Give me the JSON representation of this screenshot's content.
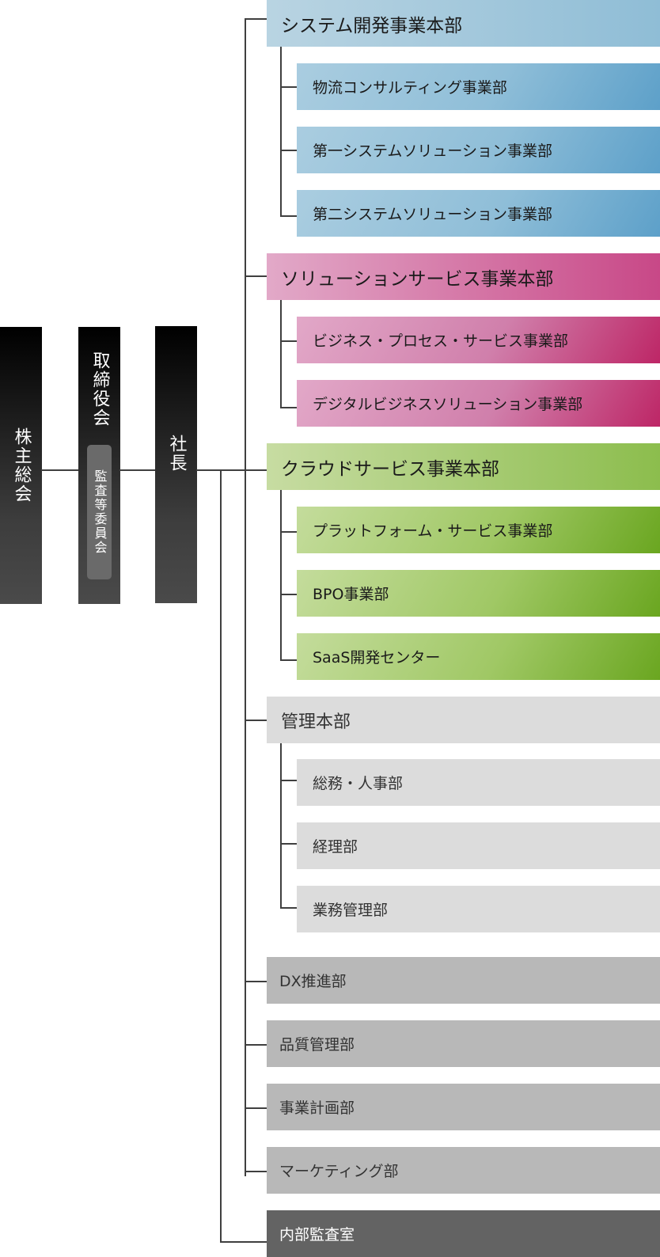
{
  "top": {
    "shareholders": "株主総会",
    "board": "取締役会",
    "audit_committee": "監査等委員会",
    "president": "社長"
  },
  "divisions": {
    "system": {
      "title": "システム開発事業本部",
      "depts": [
        "物流コンサルティング事業部",
        "第一システムソリューション事業部",
        "第二システムソリューション事業部"
      ]
    },
    "solution": {
      "title": "ソリューションサービス事業本部",
      "depts": [
        "ビジネス・プロセス・サービス事業部",
        "デジタルビジネスソリューション事業部"
      ]
    },
    "cloud": {
      "title": "クラウドサービス事業本部",
      "depts": [
        "プラットフォーム・サービス事業部",
        "BPO事業部",
        "SaaS開発センター"
      ]
    },
    "admin": {
      "title": "管理本部",
      "depts": [
        "総務・人事部",
        "経理部",
        "業務管理部"
      ]
    }
  },
  "standalone": [
    "DX推進部",
    "品質管理部",
    "事業計画部",
    "マーケティング部"
  ],
  "internal_audit": "内部監査室",
  "colors": {
    "blue": "#8fbed8",
    "pink": "#c84887",
    "green": "#8cbd4d",
    "light_gray": "#dcdcdc",
    "mid_gray": "#b8b8b8",
    "dark_gray": "#636363",
    "connector": "#3f3f3f"
  }
}
